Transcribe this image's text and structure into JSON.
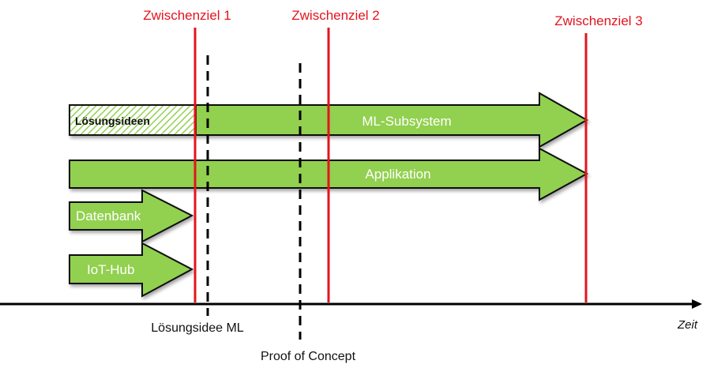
{
  "milestones": [
    {
      "label": "Zwischenziel 1"
    },
    {
      "label": "Zwischenziel 2"
    },
    {
      "label": "Zwischenziel 3"
    }
  ],
  "tracks": {
    "ml_subsystem": "ML-Subsystem",
    "loesungsideen": "Lösungsideen",
    "applikation": "Applikation",
    "datenbank": "Datenbank",
    "iot_hub": "IoT-Hub"
  },
  "checkpoints": {
    "loesungsidee_ml": "Lösungsidee ML",
    "proof_of_concept": "Proof of Concept"
  },
  "axis": {
    "label": "Zeit"
  },
  "colors": {
    "arrow_fill": "#92d050",
    "milestone_line": "#e3141d",
    "axis": "#000000"
  }
}
